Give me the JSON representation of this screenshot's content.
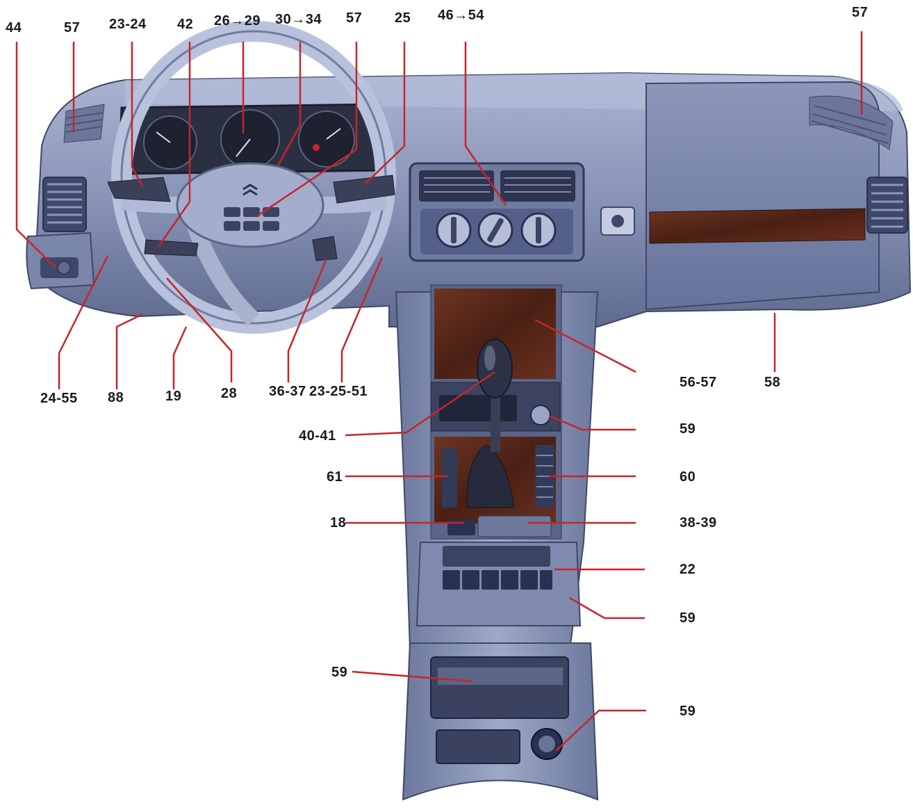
{
  "labels": {
    "l44": "44",
    "l57a": "57",
    "l2324": "23-24",
    "l42": "42",
    "l2629": "26→29",
    "l3034": "30→34",
    "l57b": "57",
    "l25": "25",
    "l4654": "46→54",
    "l57c": "57",
    "l2455": "24-55",
    "l88": "88",
    "l19": "19",
    "l28": "28",
    "l3637": "36-37",
    "l232551": "23-25-51",
    "l5657": "56-57",
    "l58": "58",
    "l59a": "59",
    "l4041": "40-41",
    "l61": "61",
    "l60": "60",
    "l18": "18",
    "l3839": "38-39",
    "l22": "22",
    "l59b": "59",
    "l59c": "59",
    "l59d": "59"
  },
  "colors": {
    "leader": "#c8242a",
    "dash_light": "#9ba6c6",
    "dash_mid": "#7784a8",
    "dash_dark": "#4b5678",
    "wood": "#5a2a1c",
    "text": "#1a1a1a"
  }
}
